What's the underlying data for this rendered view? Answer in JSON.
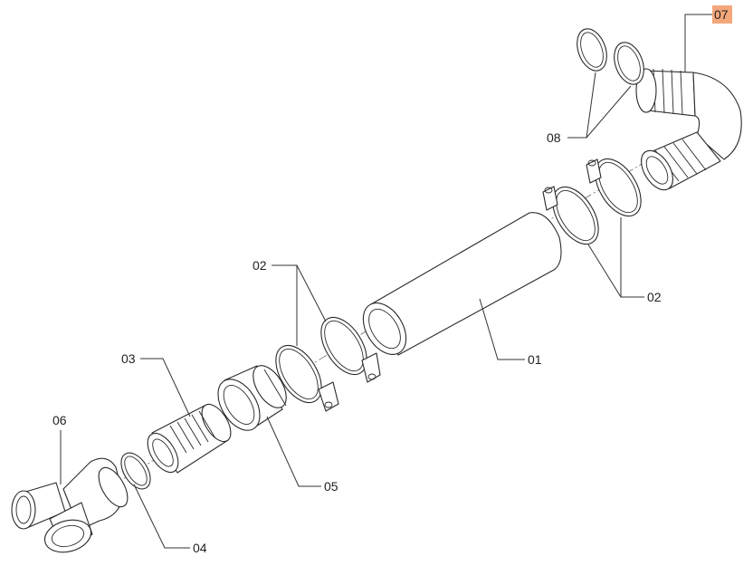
{
  "callouts": {
    "c01": "01",
    "c02a": "02",
    "c02b": "02",
    "c03": "03",
    "c04": "04",
    "c05": "05",
    "c06": "06",
    "c07": "07",
    "c08": "08"
  },
  "colors": {
    "highlight": "#f4a77a",
    "line": "#2a2a2a",
    "background": "#ffffff"
  }
}
